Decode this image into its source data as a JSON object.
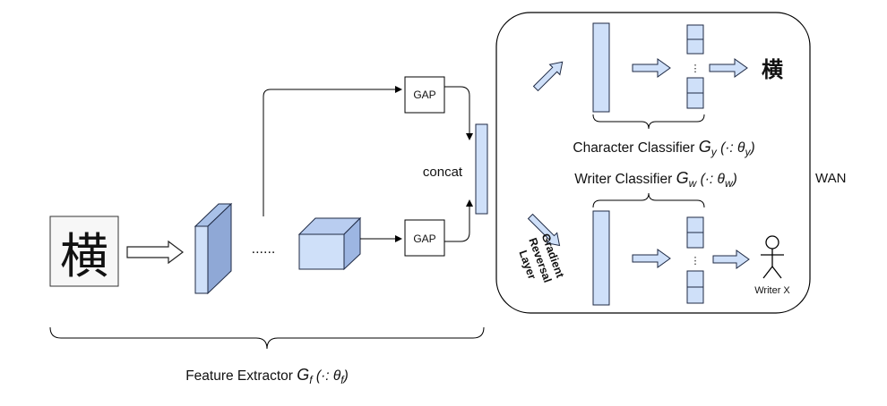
{
  "input": {
    "glyph": "横"
  },
  "feature_extractor": {
    "dots": "......",
    "caption_text": "Feature Extractor ",
    "symbol": "G",
    "symbol_sub": "f",
    "arg_open": " (·: θ",
    "arg_sub": "f",
    "arg_close": ")"
  },
  "gap_top": {
    "label": "GAP"
  },
  "gap_bottom": {
    "label": "GAP"
  },
  "concat": {
    "label": "concat"
  },
  "character_classifier": {
    "caption_text": "Character Classifier ",
    "symbol": "G",
    "symbol_sub": "y",
    "arg_open": " (·: θ",
    "arg_sub": "y",
    "arg_close": ")",
    "output": "横",
    "dots": "⋮"
  },
  "writer_classifier": {
    "caption_text": "Writer Classifier ",
    "symbol": "G",
    "symbol_sub": "w",
    "arg_open": " (·: θ",
    "arg_sub": "w",
    "arg_close": ")",
    "output": "Writer X",
    "dots": "⋮"
  },
  "grl": {
    "line1": "Gradient",
    "line2": "Reversal",
    "line3": "Layer"
  },
  "wan": {
    "label": "WAN"
  },
  "colors": {
    "fill": "#cfe0f9",
    "fill_dark": "#a9c1e8",
    "stroke": "#1f2a44",
    "frame": "#000000"
  }
}
